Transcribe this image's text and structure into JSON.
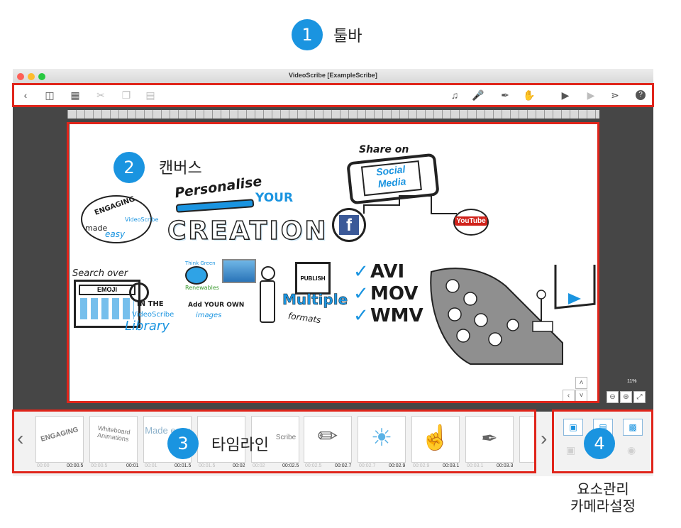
{
  "callouts": [
    {
      "number": "1",
      "label": "툴바"
    },
    {
      "number": "2",
      "label": "캔버스"
    },
    {
      "number": "3",
      "label": "타임라인"
    },
    {
      "number": "4",
      "label": ""
    }
  ],
  "bottom_note": {
    "line1": "요소관리",
    "line2": "카메라설정"
  },
  "window": {
    "title": "VideoScribe [ExampleScribe]"
  },
  "toolbar": {
    "left_icons": [
      "back-icon",
      "save-icon",
      "save-as-icon",
      "cut-icon",
      "copy-icon",
      "paste-icon"
    ],
    "right_icons": [
      "music-icon",
      "microphone-icon",
      "brush-icon",
      "hand-icon",
      "play-from-icon",
      "play-icon",
      "share-icon",
      "help-icon"
    ]
  },
  "canvas": {
    "share_on": "Share on",
    "social": "Social",
    "media": "Media",
    "youtube": "YouTube",
    "facebook": "f",
    "personalise": "Personalise",
    "your": "YOUR",
    "creation": "CREATION",
    "engaging": "ENGAGING",
    "made": "made",
    "easy": "easy",
    "search_over": "Search over",
    "emoji": "EMOJI",
    "in_the": "IN THE",
    "videoscribe": "VideoScribe",
    "library": "Library",
    "think_green": "Think Green",
    "renewables": "Renewables",
    "add_your_own": "Add YOUR OWN",
    "images": "images",
    "publish": "PUBLISH",
    "multiple": "Multiple",
    "formats": "formats",
    "avi": "AVI",
    "mov": "MOV",
    "wmv": "WMV"
  },
  "zoom": {
    "level": "11%"
  },
  "timeline": {
    "thumbs": [
      {
        "caption": "ENGAGING",
        "time": "00:00.5",
        "prev": "00:00"
      },
      {
        "caption": "Whiteboard Animations",
        "time": "00:01",
        "prev": "00:00.5"
      },
      {
        "caption": "Made easy",
        "time": "00:01.5",
        "prev": "00:01"
      },
      {
        "caption": "",
        "time": "00:02",
        "prev": "00:01.5"
      },
      {
        "caption": "Scribe",
        "time": "00:02.5",
        "prev": "00:02"
      },
      {
        "caption": "",
        "time": "00:02.7",
        "prev": "00:02.5"
      },
      {
        "caption": "",
        "time": "00:02.9",
        "prev": "00:02.7"
      },
      {
        "caption": "",
        "time": "00:03.1",
        "prev": "00:02.9"
      },
      {
        "caption": "",
        "time": "00:03.3",
        "prev": "00:03.1"
      }
    ]
  },
  "colors": {
    "callout": "#1a94e0",
    "highlight": "#e0251b",
    "accent": "#1a94e0"
  }
}
